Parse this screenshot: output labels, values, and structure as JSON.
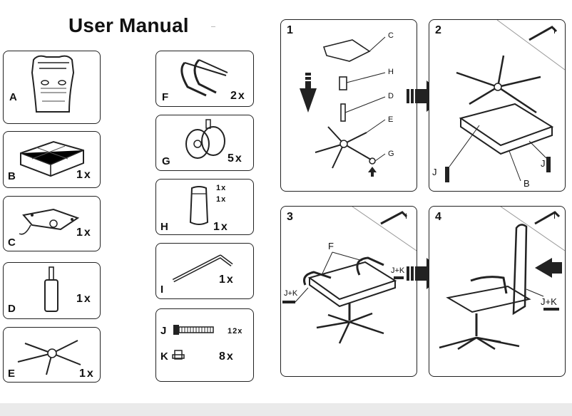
{
  "manual": {
    "title": "User Manual"
  },
  "parts": [
    {
      "letter": "A",
      "qty": ""
    },
    {
      "letter": "B",
      "qty": "1x"
    },
    {
      "letter": "C",
      "qty": "1x"
    },
    {
      "letter": "D",
      "qty": "1x"
    },
    {
      "letter": "E",
      "qty": "1x"
    },
    {
      "letter": "F",
      "qty": "2x"
    },
    {
      "letter": "G",
      "qty": "5x"
    },
    {
      "letter": "H",
      "qty": "1x",
      "sub1": "1x",
      "sub2": "1x"
    },
    {
      "letter": "I",
      "qty": "1x"
    },
    {
      "letter": "J",
      "qty": "12x"
    },
    {
      "letter": "K",
      "qty": "8x"
    }
  ],
  "steps": [
    {
      "number": "1",
      "labels": [
        "C",
        "H",
        "D",
        "E",
        "G"
      ]
    },
    {
      "number": "2",
      "labels": [
        "J",
        "J",
        "B"
      ]
    },
    {
      "number": "3",
      "labels": [
        "F",
        "J+K",
        "J+K"
      ]
    },
    {
      "number": "4",
      "labels": [
        "J+K"
      ]
    }
  ],
  "tool_label": "I",
  "icons": [
    "arrow-right-icon",
    "arrow-down-icon",
    "arrow-up-icon",
    "allen-key-icon"
  ]
}
